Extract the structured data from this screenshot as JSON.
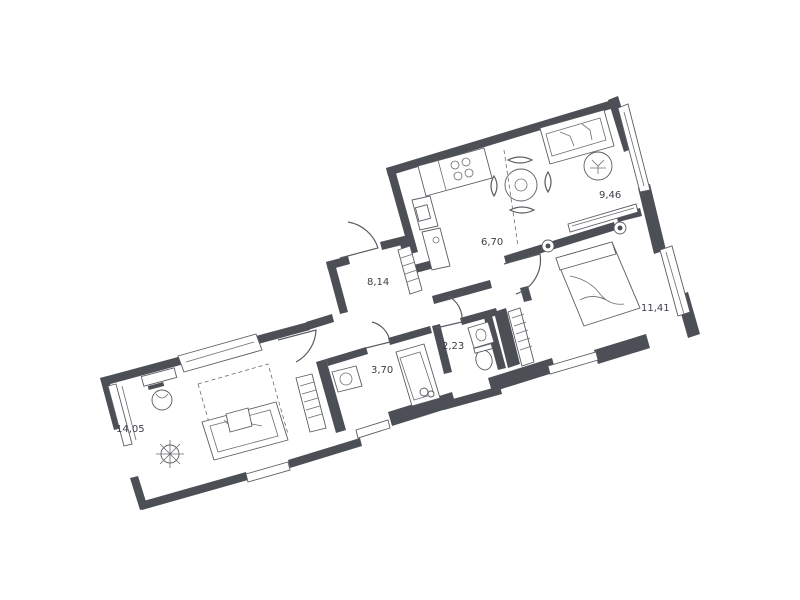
{
  "rooms": [
    {
      "key": "room-living",
      "area": "14,05"
    },
    {
      "key": "room-corridor",
      "area": "8,14"
    },
    {
      "key": "room-kitchen",
      "area": "6,70"
    },
    {
      "key": "room-dining",
      "area": "9,46"
    },
    {
      "key": "room-bedroom",
      "area": "11,41"
    },
    {
      "key": "room-bathroom",
      "area": "3,70"
    },
    {
      "key": "room-wc",
      "area": "2,23"
    }
  ],
  "colors": {
    "wall": "#4d4f57",
    "line": "#5a5c63",
    "background": "#ffffff"
  }
}
